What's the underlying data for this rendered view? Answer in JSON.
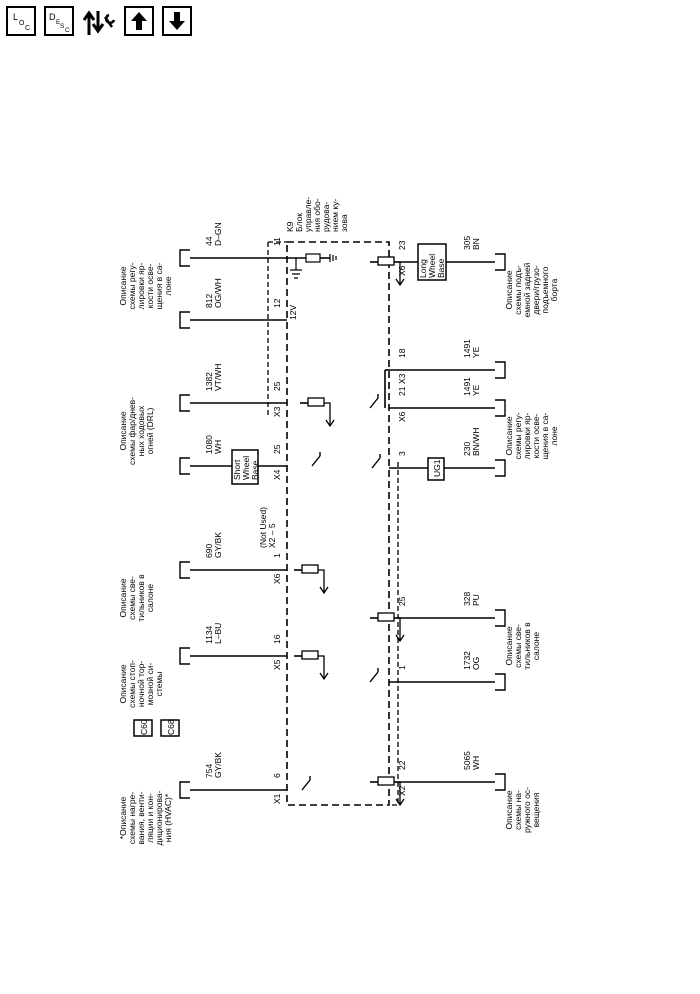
{
  "toolbar": {
    "loc_label": "L",
    "loc_sub": "O",
    "loc_sub2": "C",
    "desc_label": "D",
    "desc_sub": "E",
    "desc_sub2": "S",
    "desc_sub3": "C"
  },
  "module": {
    "ref": "K9",
    "name": [
      "Блок",
      "управле-",
      "ния обо-",
      "рудова-",
      "нием ку-",
      "зова"
    ]
  },
  "connectors": {
    "x1": "X1",
    "x2": "X2",
    "x3": "X3",
    "x4": "X4",
    "x5": "X5",
    "x6": "X6"
  },
  "voltage": "12V",
  "not_used": [
    "(Not Used)",
    "X2 – 5"
  ],
  "top_circuits": [
    {
      "id": "c754",
      "num": "754",
      "color": "GY/BK",
      "pin": "6",
      "conn": "X1",
      "desc": [
        "*Описание",
        "схемы нагре-",
        "вания, венти-",
        "ляции и кон-",
        "диционирова-",
        "ния (HVAC)*"
      ]
    },
    {
      "id": "c1134",
      "num": "1134",
      "color": "L–BU",
      "pin": "16",
      "conn": "X5",
      "desc": [
        "Описание",
        "схемы стоп-",
        "ночной тор-",
        "мозной си-",
        "стемы"
      ]
    },
    {
      "id": "c690",
      "num": "690",
      "color": "GY/BK",
      "pin": "1",
      "conn": "X6",
      "desc": [
        "Описание",
        "схемы све-",
        "тильников в",
        "салоне"
      ]
    },
    {
      "id": "c1080",
      "num": "1080",
      "color": "WH",
      "pin": "25",
      "conn": "X4",
      "option": [
        "Short",
        "Wheel",
        "Base"
      ],
      "desc": []
    },
    {
      "id": "c1382",
      "num": "1382",
      "color": "VT/WH",
      "pin": "25",
      "conn": "X3",
      "desc": [
        "Описание",
        "схемы фар/днев-",
        "ных ходовых",
        "огней (DRL)"
      ]
    },
    {
      "id": "c812",
      "num": "812",
      "color": "OG/WH",
      "pin": "12",
      "conn": "",
      "desc": []
    },
    {
      "id": "c44",
      "num": "44",
      "color": "D–GN",
      "pin": "11",
      "conn": "",
      "desc": [
        "Описание",
        "схемы регу-",
        "лировки яр-",
        "кости осве-",
        "щения в са-",
        "лоне"
      ]
    }
  ],
  "bottom_circuits": [
    {
      "id": "c5065",
      "num": "5065",
      "color": "WH",
      "pin": "22",
      "conn": "X2",
      "desc": [
        "Описание",
        "схемы на-",
        "ружного ос-",
        "вещения"
      ]
    },
    {
      "id": "c1732",
      "num": "1732",
      "color": "OG",
      "pin": "1",
      "conn": "",
      "desc": []
    },
    {
      "id": "c328",
      "num": "328",
      "color": "PU",
      "pin": "25",
      "conn": "",
      "desc": [
        "Описание",
        "схемы све-",
        "тильников в",
        "салоне"
      ]
    },
    {
      "id": "c230",
      "num": "230",
      "color": "BN/WH",
      "pin": "3",
      "conn": "",
      "option": [
        "UG1"
      ],
      "desc": []
    },
    {
      "id": "c1491a",
      "num": "1491",
      "color": "YE",
      "pin": "21",
      "conn": "X6",
      "desc": [
        "Описание",
        "схемы регу-",
        "лировки яр-",
        "кости осве-",
        "щения в са-",
        "лоне"
      ]
    },
    {
      "id": "c1491b",
      "num": "1491",
      "color": "YE",
      "pin": "18",
      "conn": "X3",
      "desc": []
    },
    {
      "id": "c305",
      "num": "305",
      "color": "BN",
      "pin": "23",
      "conn": "X6",
      "option": [
        "Long",
        "Wheel",
        "Base"
      ],
      "desc": [
        "Описание",
        "схемы подъ-",
        "емной задней",
        "двери/грузо-",
        "подъемного",
        "борта"
      ]
    }
  ],
  "option_codes": [
    "C60",
    "C68"
  ]
}
